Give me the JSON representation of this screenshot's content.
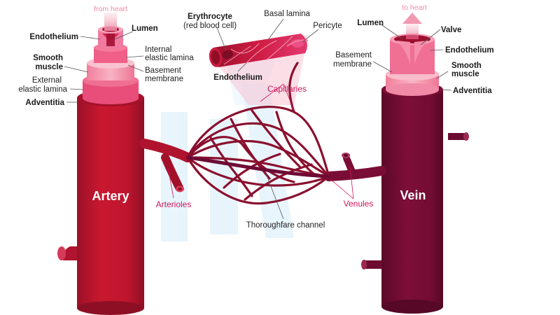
{
  "colors": {
    "artery": "#c0152f",
    "artery_dark": "#8e0f24",
    "vein": "#7a0d35",
    "vein_dark": "#5a0826",
    "adventitia_artery": "#a3122a",
    "smooth_muscle": "#f49ab1",
    "elastic": "#e8467a",
    "endothelium": "#f07aa0",
    "lumen": "#a30f32",
    "label_accent": "#d0155a",
    "flow_arrow": "#f6b7c8",
    "light_band": "#d6ecfb"
  },
  "labels": {
    "from_heart": "from heart",
    "to_heart": "to heart",
    "artery": "Artery",
    "vein": "Vein",
    "arterioles": "Arterioles",
    "venules": "Venules",
    "capillaries": "Capillaries",
    "thoroughfare_channel": "Thoroughfare channel",
    "artery_left": {
      "endothelium": "Endothelium",
      "smooth_muscle_1": "Smooth",
      "smooth_muscle_2": "muscle",
      "external_elastic_1": "External",
      "external_elastic_2": "elastic lamina",
      "adventitia": "Adventitia"
    },
    "artery_right": {
      "lumen": "Lumen",
      "internal_elastic_1": "Internal",
      "internal_elastic_2": "elastic lamina",
      "basement_1": "Basement",
      "basement_2": "membrane"
    },
    "capillary_detail": {
      "erythrocyte": "Erythrocyte",
      "red_blood_cell": "(red blood cell)",
      "basal_lamina": "Basal lamina",
      "pericyte": "Pericyte",
      "endothelium": "Endothelium"
    },
    "vein_left": {
      "lumen": "Lumen",
      "basement_1": "Basement",
      "basement_2": "membrane"
    },
    "vein_right": {
      "valve": "Valve",
      "endothelium": "Endothelium",
      "smooth_muscle_1": "Smooth",
      "smooth_muscle_2": "muscle",
      "adventitia": "Adventitia"
    }
  }
}
